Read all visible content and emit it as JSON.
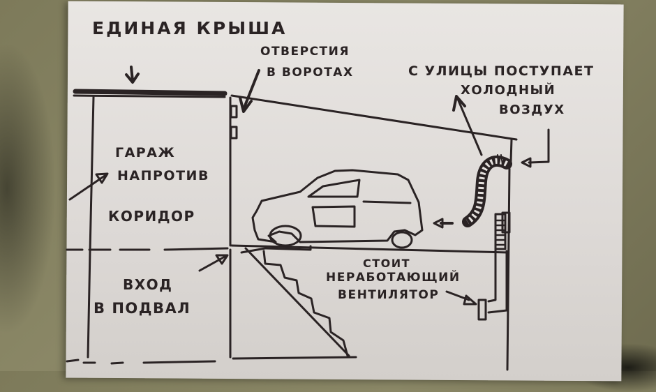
{
  "diagram": {
    "type": "hand-drawn garage ventilation sketch (side section)",
    "colors": {
      "ink": "#2a2324",
      "paper": "#e4e0dd",
      "background": "#7d7a5a"
    },
    "labels": {
      "roof": "Единая крыша",
      "gate_holes_line1": "Отверстия",
      "gate_holes_line2": "в воротах",
      "cold_air_line1": "С улицы поступает",
      "cold_air_line2": "холодный",
      "cold_air_line3": "воздух",
      "garage_opposite_line1": "Гараж",
      "garage_opposite_line2": "напротив",
      "corridor": "Коридор",
      "basement_entry_line1": "Вход",
      "basement_entry_line2": "в подвал",
      "fan_line1": "стоит",
      "fan_line2": "неработающий",
      "fan_line3": "вентилятор"
    },
    "elements": [
      "shared roof (thick line)",
      "garage gate with two holes",
      "sloped garage roof",
      "car",
      "floor line",
      "basement staircase",
      "flexible intake duct from outside",
      "vertical duct down to basement",
      "non-working fan",
      "dashed corridor / basement boundary"
    ],
    "arrows": [
      "roof pointer",
      "gate-holes pointer",
      "cold-air upward arrow",
      "outside-air inlet arrow",
      "garage-opposite pointer",
      "basement-entry pointer",
      "duct pointer near car",
      "fan pointer"
    ]
  }
}
